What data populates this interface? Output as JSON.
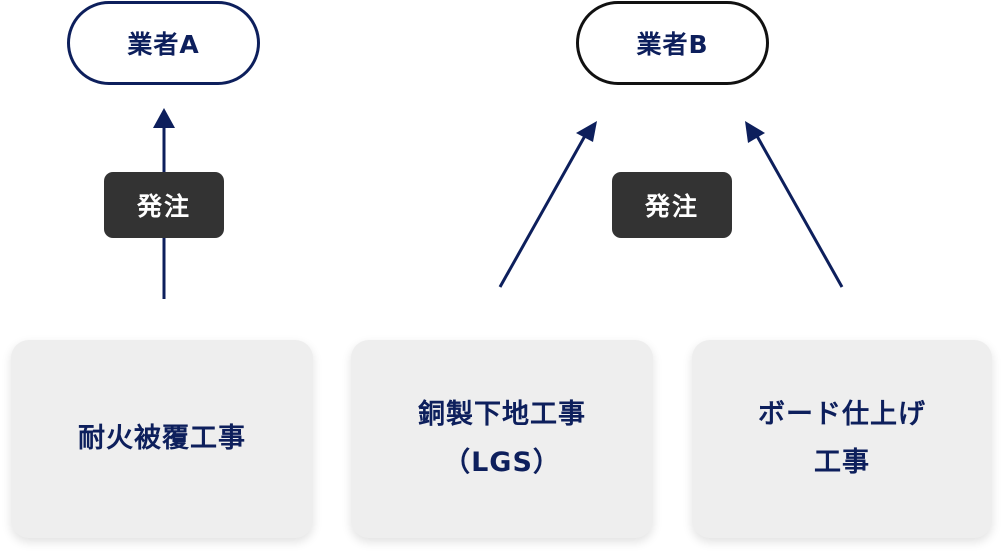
{
  "contractors": {
    "a": "業者A",
    "b": "業者B"
  },
  "order_labels": {
    "a": "発注",
    "b": "発注"
  },
  "works": [
    {
      "lines": [
        "耐火被覆工事"
      ]
    },
    {
      "lines": [
        "銅製下地工事",
        "（LGS）"
      ]
    },
    {
      "lines": [
        "ボード仕上げ",
        "工事"
      ]
    }
  ],
  "colors": {
    "arrow": "#0d1f5c",
    "text_navy": "#0d1f5c",
    "label_bg": "#333333",
    "card_bg": "#eeeeee"
  }
}
